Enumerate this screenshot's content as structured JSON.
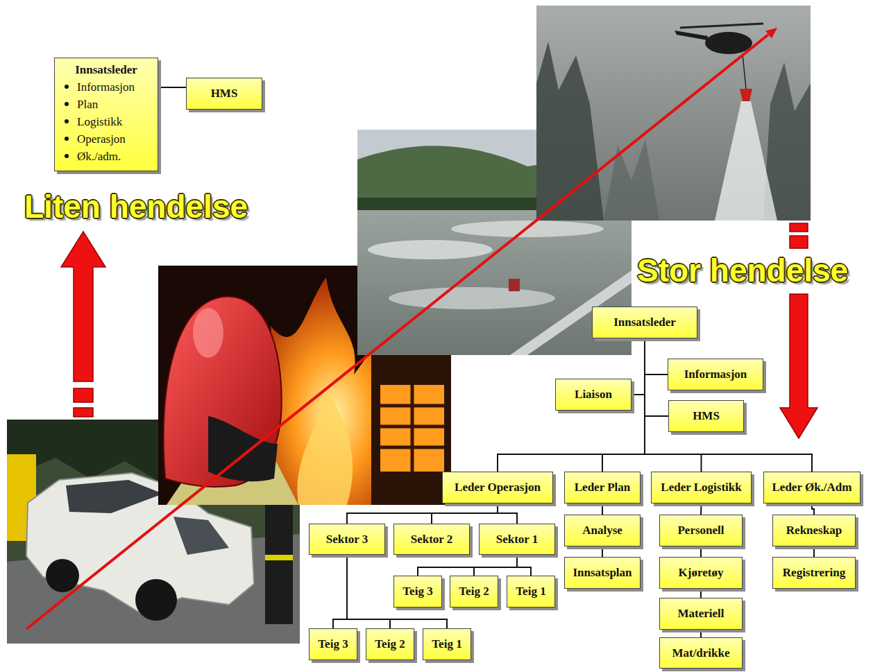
{
  "diagram": {
    "nodes": [
      {
        "text": [
          "Innsatsleder",
          "Informasjon",
          "Plan",
          "Logistikk",
          "Operasjon",
          "Øk./adm."
        ]
      },
      {
        "text": [
          "HMS"
        ]
      },
      {
        "text": [
          "Innsatsleder"
        ]
      },
      {
        "text": [
          "Informasjon"
        ]
      },
      {
        "text": [
          "Liaison"
        ]
      },
      {
        "text": [
          "HMS"
        ]
      },
      {
        "text": [
          "Leder Operasjon"
        ]
      },
      {
        "text": [
          "Leder Plan"
        ]
      },
      {
        "text": [
          "Leder Logistikk"
        ]
      },
      {
        "text": [
          "Leder Øk./Adm"
        ]
      },
      {
        "text": [
          "Sektor 3"
        ]
      },
      {
        "text": [
          "Sektor 2"
        ]
      },
      {
        "text": [
          "Sektor 1"
        ]
      },
      {
        "text": [
          "Teig 3"
        ]
      },
      {
        "text": [
          "Teig 2"
        ]
      },
      {
        "text": [
          "Teig 1"
        ]
      },
      {
        "text": [
          "Analyse"
        ]
      },
      {
        "text": [
          "Innsatsplan"
        ]
      },
      {
        "text": [
          "Personell"
        ]
      },
      {
        "text": [
          "Kjøretøy"
        ]
      },
      {
        "text": [
          "Materiell"
        ]
      },
      {
        "text": [
          "Mat/drikke"
        ]
      },
      {
        "text": [
          "Rekneskap"
        ]
      },
      {
        "text": [
          "Registrering"
        ]
      },
      {
        "text": [
          "Teig 3"
        ]
      },
      {
        "text": [
          "Teig 2"
        ]
      },
      {
        "text": [
          "Teig 1"
        ]
      }
    ],
    "edges": [
      {
        "from": 0,
        "to": 1,
        "arrow": "none"
      },
      {
        "from": 2,
        "to": 3,
        "arrow": "none"
      },
      {
        "from": 2,
        "to": 4,
        "arrow": "none"
      },
      {
        "from": 2,
        "to": 5,
        "arrow": "none"
      },
      {
        "from": 2,
        "to": 6,
        "arrow": "none"
      },
      {
        "from": 2,
        "to": 7,
        "arrow": "none"
      },
      {
        "from": 2,
        "to": 8,
        "arrow": "none"
      },
      {
        "from": 2,
        "to": 9,
        "arrow": "none"
      },
      {
        "from": 6,
        "to": 10,
        "arrow": "none"
      },
      {
        "from": 6,
        "to": 11,
        "arrow": "none"
      },
      {
        "from": 6,
        "to": 12,
        "arrow": "none"
      },
      {
        "from": 12,
        "to": 13,
        "arrow": "none"
      },
      {
        "from": 12,
        "to": 14,
        "arrow": "none"
      },
      {
        "from": 12,
        "to": 15,
        "arrow": "none"
      },
      {
        "from": 7,
        "to": 16,
        "arrow": "none"
      },
      {
        "from": 16,
        "to": 17,
        "arrow": "none"
      },
      {
        "from": 8,
        "to": 18,
        "arrow": "none"
      },
      {
        "from": 18,
        "to": 19,
        "arrow": "none"
      },
      {
        "from": 19,
        "to": 20,
        "arrow": "none"
      },
      {
        "from": 20,
        "to": 21,
        "arrow": "none"
      },
      {
        "from": 9,
        "to": 22,
        "arrow": "none"
      },
      {
        "from": 22,
        "to": 23,
        "arrow": "none"
      },
      {
        "from": 10,
        "to": 24,
        "arrow": "none"
      },
      {
        "from": 10,
        "to": 25,
        "arrow": "none"
      },
      {
        "from": 10,
        "to": 26,
        "arrow": "none"
      }
    ],
    "labels": [
      "Liten hendelse",
      "Stor hendelse"
    ]
  }
}
